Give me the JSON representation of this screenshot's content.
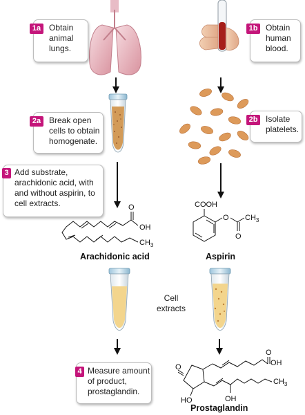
{
  "steps": {
    "s1a": {
      "badge": "1a",
      "line1": "Obtain",
      "line2": "animal",
      "line3": "lungs."
    },
    "s1b": {
      "badge": "1b",
      "line1": "Obtain",
      "line2": "human",
      "line3": "blood."
    },
    "s2a": {
      "badge": "2a",
      "line1": "Break open",
      "line2": "cells to obtain",
      "line3": "homogenate."
    },
    "s2b": {
      "badge": "2b",
      "line1": "Isolate",
      "line2": "platelets."
    },
    "s3": {
      "badge": "3",
      "line1": "Add substrate,",
      "line2": "arachidonic acid, with",
      "line3": "and without aspirin, to",
      "line4": "cell extracts."
    },
    "s4": {
      "badge": "4",
      "line1": "Measure amount",
      "line2": "of product,",
      "line3": "prostaglandin."
    }
  },
  "labels": {
    "arachidonic": "Arachidonic acid",
    "aspirin": "Aspirin",
    "prostaglandin": "Prostaglandin",
    "cell_extracts_1": "Cell",
    "cell_extracts_2": "extracts"
  },
  "chem": {
    "o": "O",
    "oh": "OH",
    "ch3": "CH",
    "sub3": "3",
    "cooh": "COOH",
    "ho": "HO"
  },
  "colors": {
    "badge": "#c4157a",
    "arrow": "#111111",
    "lung": "#f0c6cf",
    "blood": "#a61f1a",
    "platelet": "#dd9a5a",
    "homogenate": "#d39b58",
    "extract": "#f3d58d"
  }
}
